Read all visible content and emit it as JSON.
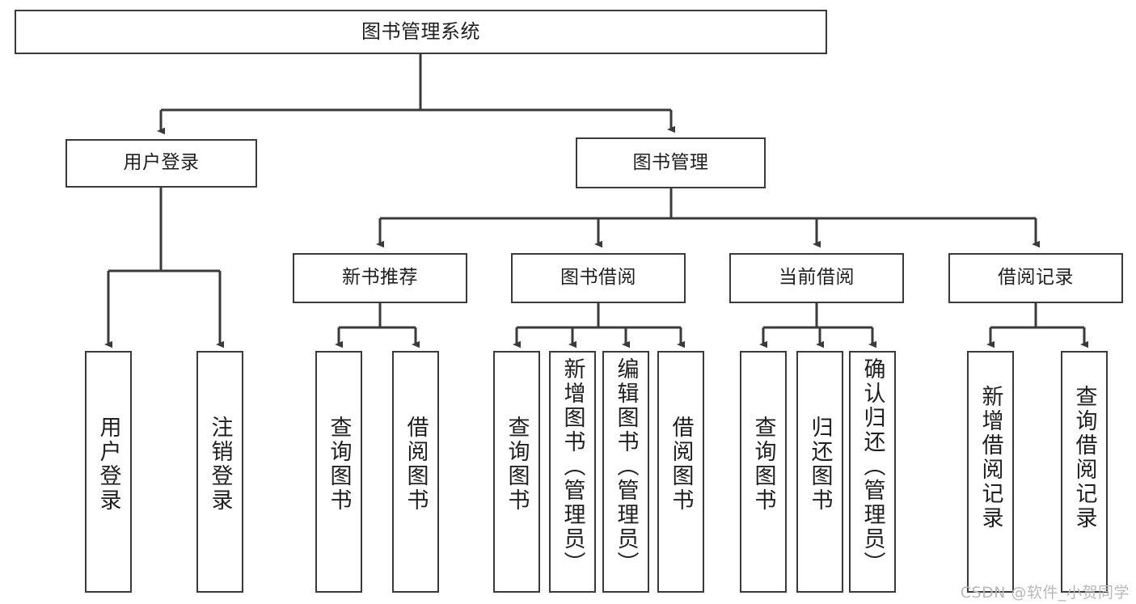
{
  "diagram": {
    "type": "tree",
    "title": "图书管理系统",
    "root": {
      "id": "root",
      "label": "图书管理系统"
    },
    "level2": [
      {
        "id": "user-login",
        "label": "用户登录"
      },
      {
        "id": "book-manage",
        "label": "图书管理"
      }
    ],
    "level3": [
      {
        "id": "new-book-rec",
        "label": "新书推荐",
        "parent": "book-manage"
      },
      {
        "id": "book-borrow",
        "label": "图书借阅",
        "parent": "book-manage"
      },
      {
        "id": "current-borrow",
        "label": "当前借阅",
        "parent": "book-manage"
      },
      {
        "id": "borrow-record",
        "label": "借阅记录",
        "parent": "book-manage"
      }
    ],
    "leaves": {
      "user-login": [
        {
          "id": "leaf-user-login",
          "label": "用户登录"
        },
        {
          "id": "leaf-user-logout",
          "label": "注销登录"
        }
      ],
      "new-book-rec": [
        {
          "id": "leaf-query-book-1",
          "label": "查询图书"
        },
        {
          "id": "leaf-borrow-book-1",
          "label": "借阅图书"
        }
      ],
      "book-borrow": [
        {
          "id": "leaf-query-book-2",
          "label": "查询图书"
        },
        {
          "id": "leaf-add-book",
          "label": "新增图书（管理员）"
        },
        {
          "id": "leaf-edit-book",
          "label": "编辑图书（管理员）"
        },
        {
          "id": "leaf-borrow-book-2",
          "label": "借阅图书"
        }
      ],
      "current-borrow": [
        {
          "id": "leaf-query-book-3",
          "label": "查询图书"
        },
        {
          "id": "leaf-return-book",
          "label": "归还图书"
        },
        {
          "id": "leaf-confirm-return",
          "label": "确认归还（管理员）"
        }
      ],
      "borrow-record": [
        {
          "id": "leaf-add-record",
          "label": "新增借阅记录"
        },
        {
          "id": "leaf-query-record",
          "label": "查询借阅记录"
        }
      ]
    },
    "colors": {
      "stroke": "#3a3a3a",
      "text": "#1f1f1f",
      "background": "#ffffff",
      "watermark": "#b9b9b9"
    }
  },
  "watermark": {
    "text": "CSDN @软件_小贺同学"
  }
}
